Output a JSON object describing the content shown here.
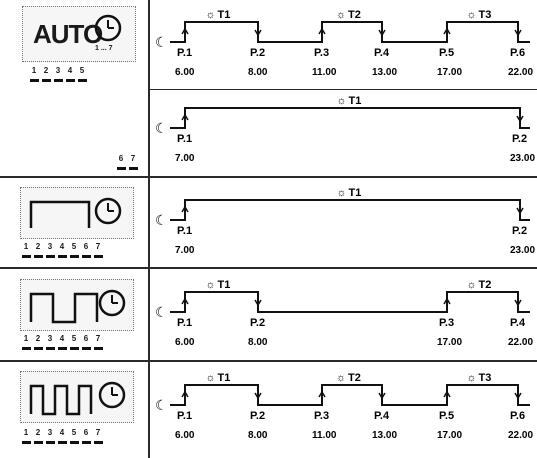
{
  "auto_label": "AUTO",
  "clock_range": "1 ... 7",
  "day_groups": {
    "weekdays": [
      "1",
      "2",
      "3",
      "4",
      "5"
    ],
    "weekend": [
      "6",
      "7"
    ],
    "all": [
      "1",
      "2",
      "3",
      "4",
      "5",
      "6",
      "7"
    ]
  },
  "moon_symbol": "☾",
  "sun_symbol": "☼",
  "programs": [
    {
      "id": "p1",
      "periods": [
        "T1",
        "T2",
        "T3"
      ],
      "points": [
        "P.1",
        "P.2",
        "P.3",
        "P.4",
        "P.5",
        "P.6"
      ],
      "times": [
        "6.00",
        "8.00",
        "11.00",
        "13.00",
        "17.00",
        "22.00"
      ]
    },
    {
      "id": "p2",
      "periods": [
        "T1"
      ],
      "points": [
        "P.1",
        "P.2"
      ],
      "times": [
        "7.00",
        "23.00"
      ]
    },
    {
      "id": "p3",
      "periods": [
        "T1"
      ],
      "points": [
        "P.1",
        "P.2"
      ],
      "times": [
        "7.00",
        "23.00"
      ]
    },
    {
      "id": "p4",
      "periods": [
        "T1",
        "T2"
      ],
      "points": [
        "P.1",
        "P.2",
        "P.3",
        "P.4"
      ],
      "times": [
        "6.00",
        "8.00",
        "17.00",
        "22.00"
      ]
    },
    {
      "id": "p5",
      "periods": [
        "T1",
        "T2",
        "T3"
      ],
      "points": [
        "P.1",
        "P.2",
        "P.3",
        "P.4",
        "P.5",
        "P.6"
      ],
      "times": [
        "6.00",
        "8.00",
        "11.00",
        "13.00",
        "17.00",
        "22.00"
      ]
    }
  ]
}
